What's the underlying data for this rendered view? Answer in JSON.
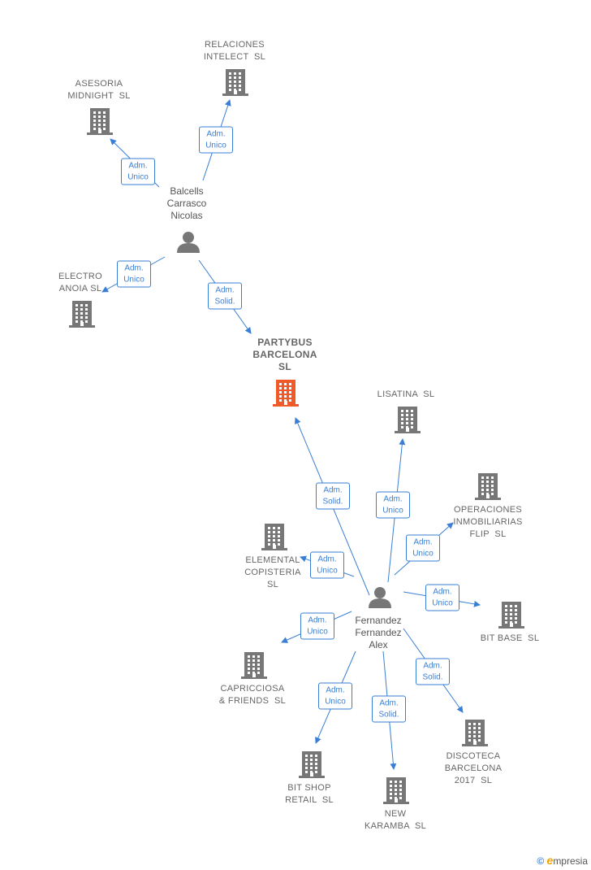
{
  "colors": {
    "edge": "#3a7fd5",
    "node": "#777777",
    "focus": "#f05a28"
  },
  "companies": [
    {
      "id": "relaciones",
      "label": "RELACIONES\nINTELECT  SL",
      "focus": false
    },
    {
      "id": "asesoria",
      "label": "ASESORIA\nMIDNIGHT  SL",
      "focus": false
    },
    {
      "id": "electro",
      "label": "ELECTRO\nANOIA SL",
      "focus": false
    },
    {
      "id": "partybus",
      "label": "PARTYBUS\nBARCELONA\nSL",
      "focus": true
    },
    {
      "id": "lisatina",
      "label": "LISATINA  SL",
      "focus": false
    },
    {
      "id": "operaciones",
      "label": "OPERACIONES\nINMOBILIARIAS\nFLIP  SL",
      "focus": false
    },
    {
      "id": "elemental",
      "label": "ELEMENTAL\nCOPISTERIA\nSL",
      "focus": false
    },
    {
      "id": "bitbase",
      "label": "BIT BASE  SL",
      "focus": false
    },
    {
      "id": "capricciosa",
      "label": "CAPRICCIOSA\n& FRIENDS  SL",
      "focus": false
    },
    {
      "id": "discoteca",
      "label": "DISCOTECA\nBARCELONA\n2017  SL",
      "focus": false
    },
    {
      "id": "bitshop",
      "label": "BIT SHOP\nRETAIL  SL",
      "focus": false
    },
    {
      "id": "karamba",
      "label": "NEW\nKARAMBA  SL",
      "focus": false
    }
  ],
  "people": [
    {
      "id": "balcells",
      "label": "Balcells\nCarrasco\nNicolas"
    },
    {
      "id": "fernandez",
      "label": "Fernandez\nFernandez\nAlex"
    }
  ],
  "edges": [
    {
      "from": "balcells",
      "to": "relaciones",
      "label": "Adm.\nUnico"
    },
    {
      "from": "balcells",
      "to": "asesoria",
      "label": "Adm.\nUnico"
    },
    {
      "from": "balcells",
      "to": "electro",
      "label": "Adm.\nUnico"
    },
    {
      "from": "balcells",
      "to": "partybus",
      "label": "Adm.\nSolid."
    },
    {
      "from": "fernandez",
      "to": "partybus",
      "label": "Adm.\nSolid."
    },
    {
      "from": "fernandez",
      "to": "lisatina",
      "label": "Adm.\nUnico"
    },
    {
      "from": "fernandez",
      "to": "operaciones",
      "label": "Adm.\nUnico"
    },
    {
      "from": "fernandez",
      "to": "elemental",
      "label": "Adm.\nUnico"
    },
    {
      "from": "fernandez",
      "to": "bitbase",
      "label": "Adm.\nUnico"
    },
    {
      "from": "fernandez",
      "to": "capricciosa",
      "label": "Adm.\nUnico"
    },
    {
      "from": "fernandez",
      "to": "discoteca",
      "label": "Adm.\nSolid."
    },
    {
      "from": "fernandez",
      "to": "bitshop",
      "label": "Adm.\nUnico"
    },
    {
      "from": "fernandez",
      "to": "karamba",
      "label": "Adm.\nSolid."
    }
  ],
  "footer": {
    "copyright": "©",
    "brand_initial": "e",
    "brand_rest": "mpresia"
  }
}
